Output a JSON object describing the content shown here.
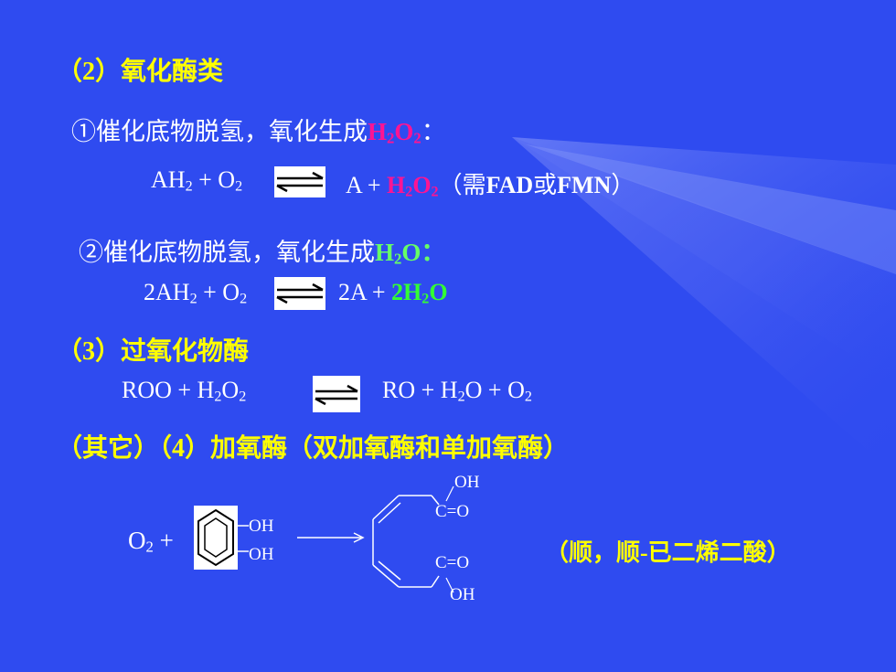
{
  "colors": {
    "background": "#2f4bf0",
    "heading": "#ffff00",
    "h2o2_highlight": "#ff1493",
    "h2o_highlight": "#66ff66",
    "text": "#ffffff"
  },
  "section2": {
    "heading": "（2）氧化酶类",
    "item1": {
      "label": "①催化底物脱氢，氧化生成",
      "product": "H2O2",
      "product_h": "H",
      "product_sub1": "2",
      "product_o": "O",
      "product_sub2": "2",
      "colon": "："
    },
    "eq1": {
      "left_a": "AH",
      "left_a_sub": "2",
      "left_b": " + O",
      "left_b_sub": "2",
      "right_a": "A + ",
      "right_h": "H",
      "right_sub1": "2",
      "right_o": "O",
      "right_sub2": "2",
      "note_open": "（需",
      "note_bold": "FAD",
      "note_mid": "或",
      "note_bold2": "FMN",
      "note_close": "）"
    },
    "item2": {
      "label": "②催化底物脱氢，氧化生成",
      "product_h": "H",
      "product_sub": "2",
      "product_o": "O",
      "colon": "："
    },
    "eq2": {
      "left_a": "2AH",
      "left_a_sub": "2",
      "left_b": " + O",
      "left_b_sub": "2",
      "right_a": "2A + ",
      "right_h": "2H",
      "right_sub": "2",
      "right_o": "O"
    }
  },
  "section3": {
    "heading": "（3）过氧化物酶",
    "eq": {
      "left_a": "ROO + H",
      "left_sub1": "2",
      "left_b": "O",
      "left_sub2": "2",
      "right_a": "RO + H",
      "right_sub1": "2",
      "right_b": "O + O",
      "right_sub2": "2"
    }
  },
  "section4": {
    "heading": "（其它）（4）加氧酶（双加氧酶和单加氧酶）",
    "reaction": {
      "o2": "O",
      "o2_sub": "2",
      "plus": " +",
      "oh_top": "OH",
      "oh_bottom": "OH",
      "prod_oh_top": "OH",
      "prod_co_top": "C=O",
      "prod_co_bottom": "C=O",
      "prod_oh_bottom": "OH",
      "product_name": "（顺，顺-已二烯二酸）"
    }
  }
}
